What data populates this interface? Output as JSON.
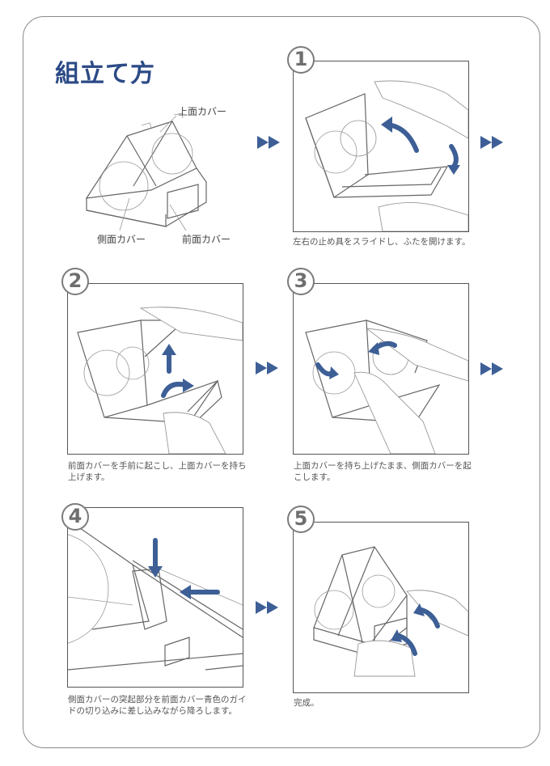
{
  "title": "組立て方",
  "labels": {
    "top_cover": "上面カバー",
    "side_cover": "側面カバー",
    "front_cover": "前面カバー"
  },
  "steps": [
    {
      "number": "1",
      "caption": "左右の止め具をスライドし、ふたを開けます。"
    },
    {
      "number": "2",
      "caption": "前面カバーを手前に起こし、上面カバーを持ち上げます。"
    },
    {
      "number": "3",
      "caption": "上面カバーを持ち上げたまま、側面カバーを起こします。"
    },
    {
      "number": "4",
      "caption": "側面カバーの突起部分を前面カバー青色のガイドの切り込みに差し込みながら降ろします。"
    },
    {
      "number": "5",
      "caption": "完成。"
    }
  ],
  "colors": {
    "title": "#2c4a86",
    "accent": "#3d5f96",
    "border": "#8a8a8a"
  },
  "icons": {
    "next": "double-triangle-right-icon"
  }
}
